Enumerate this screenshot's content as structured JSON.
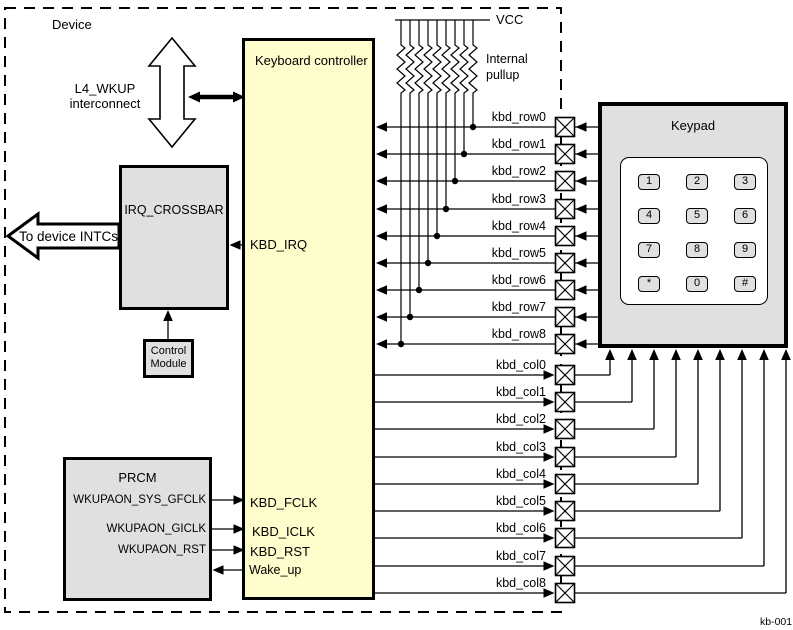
{
  "diagram": {
    "device_label": "Device",
    "figure_id": "kb-001",
    "interconnect": {
      "line1": "L4_WKUP",
      "line2": "interconnect"
    },
    "keyboard_controller": {
      "title": "Keyboard controller",
      "ports": {
        "irq": "KBD_IRQ",
        "fclk": "KBD_FCLK",
        "iclk": "KBD_ICLK",
        "rst": "KBD_RST",
        "wake": "Wake_up"
      }
    },
    "irq_crossbar": {
      "title": "IRQ_CROSSBAR",
      "to_intcs": "To device INTCs"
    },
    "control_module": {
      "line1": "Control",
      "line2": "Module"
    },
    "prcm": {
      "title": "PRCM",
      "signals": [
        "WKUPAON_SYS_GFCLK",
        "WKUPAON_GICLK",
        "WKUPAON_RST"
      ]
    },
    "pullup": {
      "vcc": "VCC",
      "line1": "Internal",
      "line2": "pullup"
    },
    "rows": [
      "kbd_row0",
      "kbd_row1",
      "kbd_row2",
      "kbd_row3",
      "kbd_row4",
      "kbd_row5",
      "kbd_row6",
      "kbd_row7",
      "kbd_row8"
    ],
    "cols": [
      "kbd_col0",
      "kbd_col1",
      "kbd_col2",
      "kbd_col3",
      "kbd_col4",
      "kbd_col5",
      "kbd_col6",
      "kbd_col7",
      "kbd_col8"
    ],
    "keypad": {
      "title": "Keypad",
      "keys": [
        "1",
        "2",
        "3",
        "4",
        "5",
        "6",
        "7",
        "8",
        "9",
        "*",
        "0",
        "#"
      ]
    },
    "colors": {
      "block_yellow": "#FFFDCC",
      "block_gray": "#E0E0E0",
      "line": "#000000",
      "background": "#FFFFFF"
    }
  }
}
